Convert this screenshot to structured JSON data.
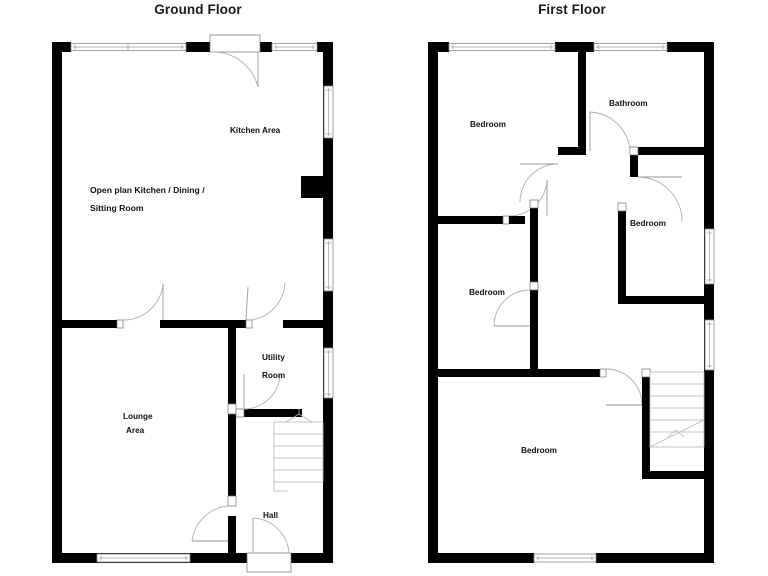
{
  "document": {
    "type": "floor-plan",
    "background_color": "#ffffff",
    "wall_color": "#000000",
    "label_color": "#111111"
  },
  "floors": [
    {
      "id": "ground",
      "title": "Ground Floor",
      "rooms": [
        {
          "id": "kitchen-area",
          "label": "Kitchen Area"
        },
        {
          "id": "open-plan",
          "label_line1": "Open plan Kitchen / Dining /",
          "label_line2": "Sitting Room"
        },
        {
          "id": "lounge",
          "label_line1": "Lounge",
          "label_line2": "Area"
        },
        {
          "id": "utility",
          "label_line1": "Utility",
          "label_line2": "Room"
        },
        {
          "id": "hall",
          "label": "Hall"
        }
      ],
      "features": {
        "windows": 7,
        "doors": 5,
        "staircase": 1
      }
    },
    {
      "id": "first",
      "title": "First Floor",
      "rooms": [
        {
          "id": "bedroom-1",
          "label": "Bedroom"
        },
        {
          "id": "bathroom",
          "label": "Bathroom"
        },
        {
          "id": "bedroom-2",
          "label": "Bedroom"
        },
        {
          "id": "bedroom-3",
          "label": "Bedroom"
        },
        {
          "id": "bedroom-4",
          "label": "Bedroom"
        }
      ],
      "features": {
        "windows": 5,
        "doors": 5,
        "staircase": 1
      }
    }
  ],
  "footer": {
    "note": ""
  }
}
